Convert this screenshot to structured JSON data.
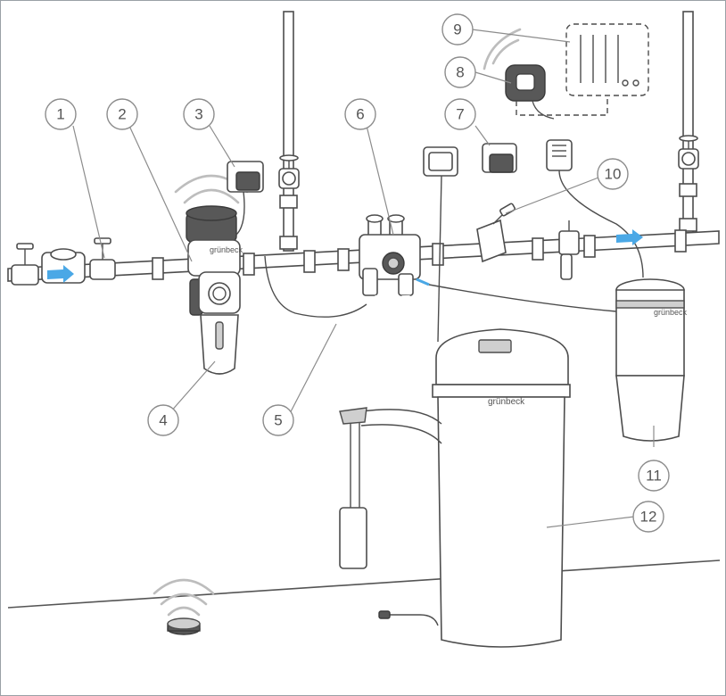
{
  "brand_labels": {
    "softener": "grünbeck",
    "filter": "grünbeck",
    "tank": "grünbeck"
  },
  "callouts": [
    {
      "number": "1",
      "component": "shutoff-valve"
    },
    {
      "number": "2",
      "component": "backflow-preventer"
    },
    {
      "number": "3",
      "component": "power-socket"
    },
    {
      "number": "4",
      "component": "filter"
    },
    {
      "number": "5",
      "component": "drain-hose"
    },
    {
      "number": "6",
      "component": "connection-block"
    },
    {
      "number": "7",
      "component": "power-socket"
    },
    {
      "number": "8",
      "component": "wifi-router"
    },
    {
      "number": "9",
      "component": "home-network"
    },
    {
      "number": "10",
      "component": "sampling-valve"
    },
    {
      "number": "11",
      "component": "regeneration-tank"
    },
    {
      "number": "12",
      "component": "water-softener"
    }
  ],
  "colors": {
    "flow_arrow": "#4aa8e6",
    "line": "#4d4d4d",
    "callout": "#8c8c8c",
    "floor": "#555555"
  }
}
